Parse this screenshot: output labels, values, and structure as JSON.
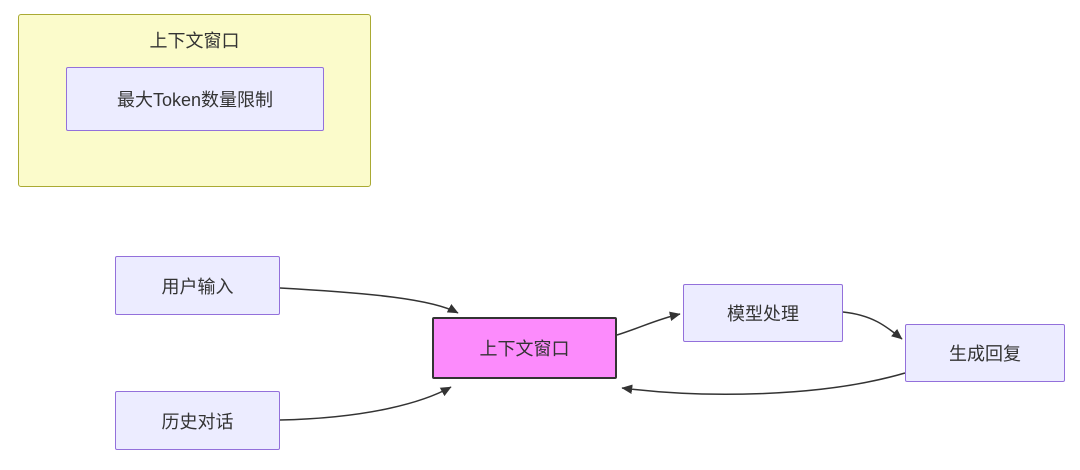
{
  "diagram": {
    "cluster": {
      "title": "上下文窗口",
      "inner_node_label": "最大Token数量限制"
    },
    "nodes": {
      "user_input": "用户输入",
      "history_dialogue": "历史对话",
      "context_window": "上下文窗口",
      "model_processing": "模型处理",
      "generate_reply": "生成回复"
    },
    "edges": [
      {
        "from": "user_input",
        "to": "context_window"
      },
      {
        "from": "history_dialogue",
        "to": "context_window"
      },
      {
        "from": "context_window",
        "to": "model_processing"
      },
      {
        "from": "model_processing",
        "to": "generate_reply"
      },
      {
        "from": "generate_reply",
        "to": "context_window"
      }
    ],
    "colors": {
      "background": "#ffffff",
      "cluster_fill": "#fbfbcb",
      "cluster_border": "#aaaa33",
      "node_fill": "#ECECFF",
      "node_border": "#9370DB",
      "highlight_fill": "#fc8bfc",
      "highlight_border": "#333333",
      "arrow": "#333333",
      "text": "#333333"
    }
  }
}
